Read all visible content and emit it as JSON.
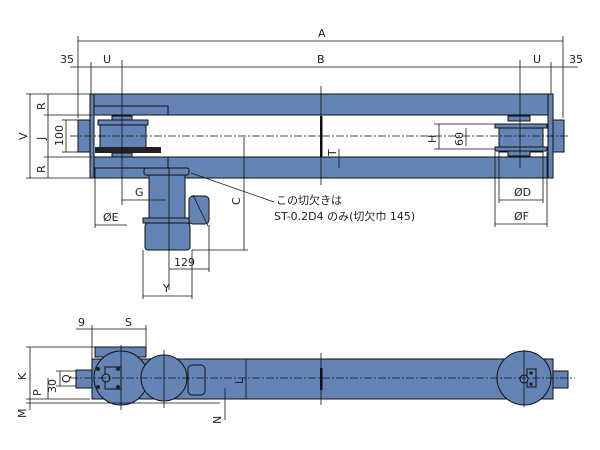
{
  "labels": {
    "A": "A",
    "B": "B",
    "U_left": "U",
    "U_right": "U",
    "d35_left": "35",
    "d35_right": "35",
    "V": "V",
    "R_top": "R",
    "J": "J",
    "R_bottom": "R",
    "d100": "100",
    "G": "G",
    "E": "ØE",
    "C": "C",
    "d129": "129",
    "Y": "Y",
    "H": "H",
    "d60": "60",
    "T": "T",
    "D": "ØD",
    "F": "ØF",
    "d9": "9",
    "S": "S",
    "K": "K",
    "Q": "Q",
    "d30": "30",
    "P": "P",
    "M": "M",
    "N": "N",
    "L": "L"
  },
  "note": {
    "line1": "この切欠きは",
    "line2": "ST-0.2D4 のみ(切欠巾 145)"
  },
  "colors": {
    "body": "#6384b5",
    "line": "#111111"
  }
}
